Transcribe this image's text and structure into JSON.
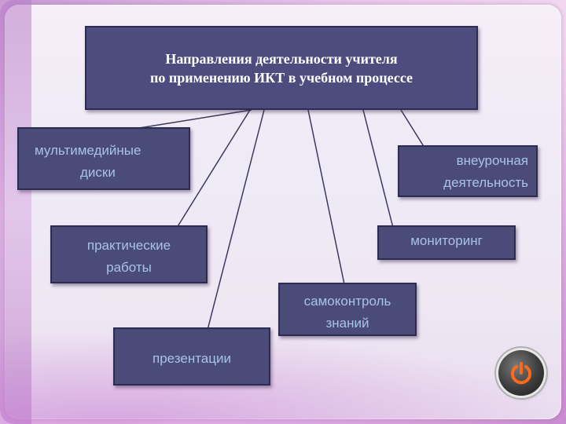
{
  "title": {
    "line1": "Направления деятельности учителя",
    "line2": "по применению ИКТ в учебном процессе"
  },
  "nodes": {
    "multimedia": {
      "line1": "мультимедийные",
      "line2": "диски"
    },
    "extracurricular": {
      "line1": "внеурочная",
      "line2": "деятельность"
    },
    "practical": {
      "line1": "практические",
      "line2": "работы"
    },
    "monitoring": {
      "line1": "мониторинг"
    },
    "self_control": {
      "line1": "самоконтроль",
      "line2": "знаний"
    },
    "presentations": {
      "line1": "презентации"
    }
  },
  "colors": {
    "box_fill": "#4b4b7a",
    "box_text": "#a7c3e8",
    "title_text": "#ffffff",
    "connector": "#3a3a5a",
    "power_icon": "#ff6a1a"
  },
  "icons": {
    "power_button": "power-icon"
  }
}
